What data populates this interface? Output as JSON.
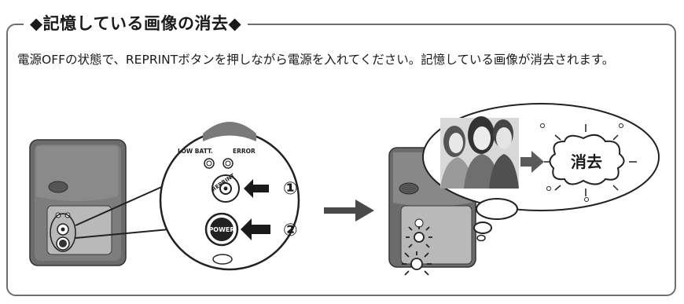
{
  "title": "◆記憶している画像の消去◆",
  "description": "電源OFFの状態で、REPRINTボタンを押しながら電源を入れてください。記憶している画像が消去されます。",
  "labels": {
    "low_batt": "LOW BATT.",
    "error": "ERROR",
    "reprint": "REPRINT",
    "power": "POWER",
    "step1": "①",
    "step2": "②",
    "erase": "消去"
  },
  "colors": {
    "frame": "#6e6e6e",
    "arrow": "#4a4a4a",
    "printer_body": "#6b6b6b"
  }
}
